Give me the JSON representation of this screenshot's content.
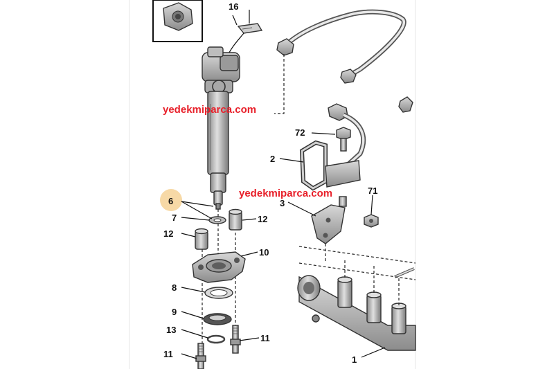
{
  "diagram": {
    "watermarks": [
      "yedekmiparca.com",
      "yedekmiparca.com"
    ],
    "callouts": {
      "c16": "16",
      "c72": "72",
      "c2": "2",
      "c71": "71",
      "c3": "3",
      "c6": "6",
      "c7": "7",
      "c12a": "12",
      "c12b": "12",
      "c10": "10",
      "c8": "8",
      "c9": "9",
      "c13": "13",
      "c11a": "11",
      "c11b": "11",
      "c1": "1"
    },
    "colors": {
      "watermark": "#e8202a",
      "highlight": "#f7d9a6",
      "part_fill": "#c9c9c9",
      "part_dark": "#7a7a7a",
      "line": "#111111"
    }
  }
}
